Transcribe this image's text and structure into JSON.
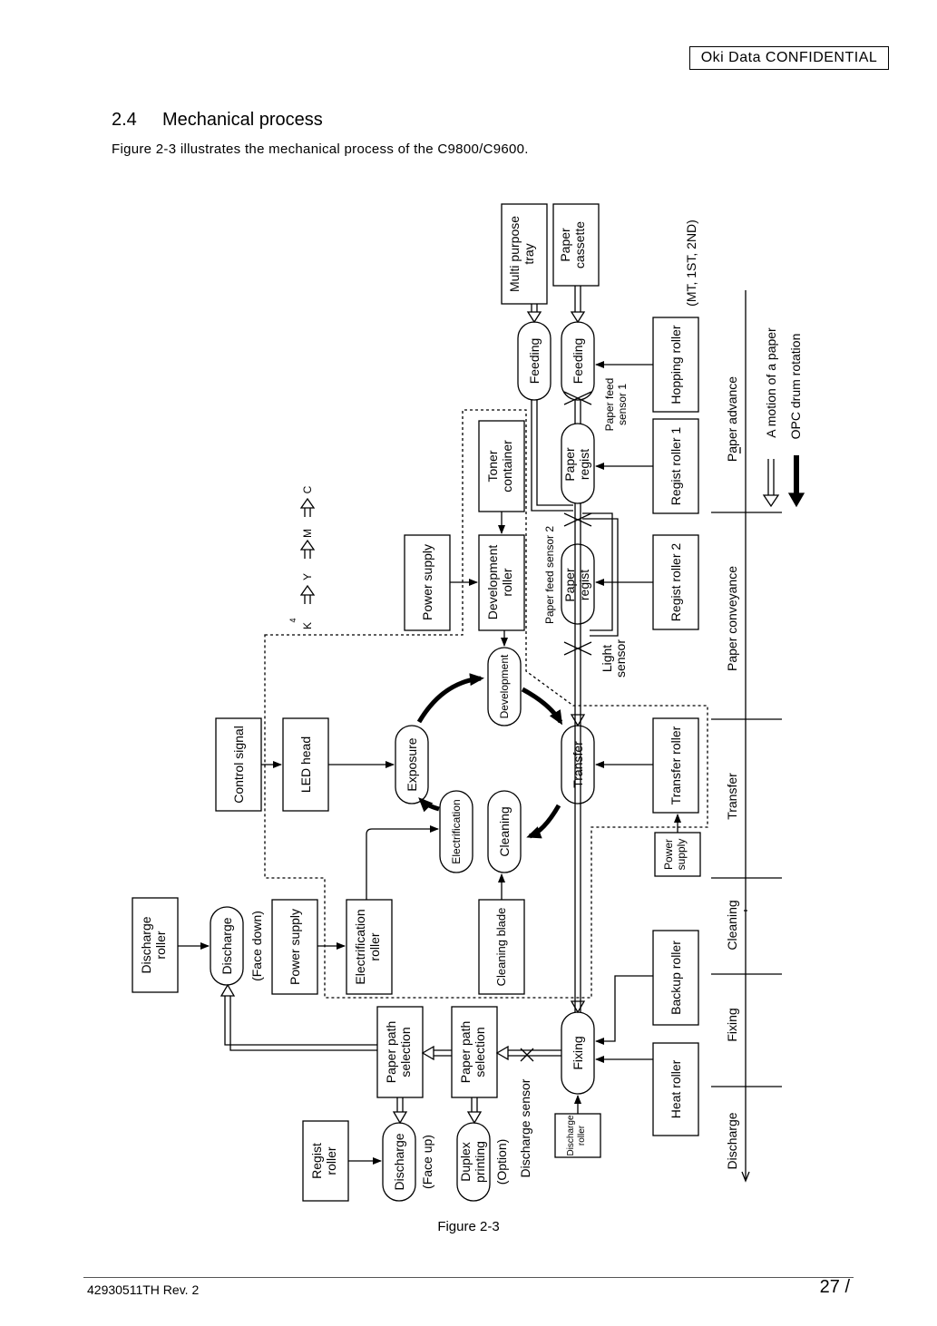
{
  "header": {
    "confidential": "Oki Data CONFIDENTIAL"
  },
  "section": {
    "number": "2.4",
    "title": "Mechanical process"
  },
  "intro": "Figure 2-3 illustrates the mechanical process of the C9800/C9600.",
  "diagram": {
    "multi_purpose_tray": [
      "Multi purpose",
      "tray"
    ],
    "paper_cassette": [
      "Paper",
      "cassette"
    ],
    "feed_source_note": "(MT, 1ST, 2ND)",
    "feeding": "Feeding",
    "hopping_roller": "Hopping roller",
    "paper_feed_sensor_1": [
      "Paper feed",
      "sensor 1"
    ],
    "paper_regist": [
      "Paper",
      "regist"
    ],
    "regist_roller_1": "Regist roller 1",
    "regist_roller_2": "Regist roller 2",
    "paper_feed_sensor_2": "Paper feed sensor 2",
    "light_sensor": [
      "Light",
      "sensor"
    ],
    "toner_container": [
      "Toner",
      "container"
    ],
    "development_roller": [
      "Development",
      "roller"
    ],
    "power_supply": "Power supply",
    "color_sequence": {
      "count": "4",
      "k": "K",
      "y": "Y",
      "m": "M",
      "c": "C"
    },
    "development": "Development",
    "exposure": "Exposure",
    "led_head": "LED head",
    "control_signal": "Control signal",
    "transfer": "Transfer",
    "transfer_roller": "Transfer roller",
    "power_supply_small": [
      "Power",
      "supply"
    ],
    "electrification": "Electrification",
    "cleaning": "Cleaning",
    "cleaning_blade": "Cleaning blade",
    "electrification_roller": [
      "Electrification",
      "roller"
    ],
    "discharge": "Discharge",
    "discharge_roller": [
      "Discharge",
      "roller"
    ],
    "face_down": "(Face down)",
    "face_up": "(Face up)",
    "backup_roller": "Backup roller",
    "fixing": "Fixing",
    "heat_roller": "Heat roller",
    "discharge_roller_small": [
      "Discharge",
      "roller"
    ],
    "paper_path_selection": [
      "Paper path",
      "selection"
    ],
    "discharge_sensor": "Discharge sensor",
    "option": "(Option)",
    "duplex_printing": [
      "Duplex",
      "printing"
    ],
    "regist_roller": [
      "Regist",
      "roller"
    ],
    "stages": [
      "Paper advance",
      "Paper conveyance",
      "Transfer",
      "Cleaning",
      "Fixing",
      "Discharge"
    ],
    "legend": {
      "paper_motion": "A motion of a paper",
      "drum_rotation": "OPC drum rotation"
    }
  },
  "figure_caption": "Figure 2-3",
  "footer": {
    "doc_number": "42930511TH  Rev. 2",
    "page": "27 /"
  }
}
